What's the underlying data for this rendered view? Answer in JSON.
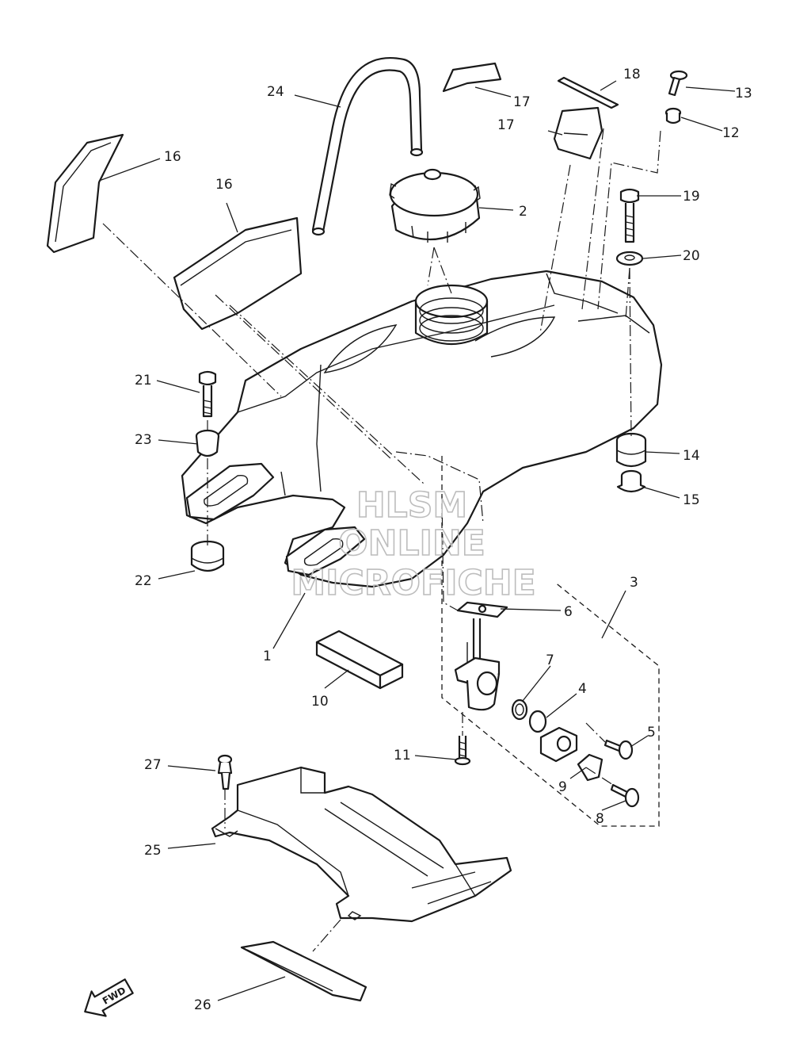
{
  "watermark": {
    "line1": "HLSM",
    "line2": "ONLINE",
    "line3": "MICROFICHE"
  },
  "direction_marker": {
    "label": "FWD",
    "icon": "fwd-arrow-icon"
  },
  "callouts": [
    {
      "id": "c1",
      "label": "1"
    },
    {
      "id": "c2",
      "label": "2"
    },
    {
      "id": "c3",
      "label": "3"
    },
    {
      "id": "c4",
      "label": "4"
    },
    {
      "id": "c5",
      "label": "5"
    },
    {
      "id": "c6",
      "label": "6"
    },
    {
      "id": "c7",
      "label": "7"
    },
    {
      "id": "c8",
      "label": "8"
    },
    {
      "id": "c9",
      "label": "9"
    },
    {
      "id": "c10",
      "label": "10"
    },
    {
      "id": "c11",
      "label": "11"
    },
    {
      "id": "c12",
      "label": "12"
    },
    {
      "id": "c13",
      "label": "13"
    },
    {
      "id": "c14",
      "label": "14"
    },
    {
      "id": "c15",
      "label": "15"
    },
    {
      "id": "c16a",
      "label": "16"
    },
    {
      "id": "c16b",
      "label": "16"
    },
    {
      "id": "c17a",
      "label": "17"
    },
    {
      "id": "c17b",
      "label": "17"
    },
    {
      "id": "c18",
      "label": "18"
    },
    {
      "id": "c19",
      "label": "19"
    },
    {
      "id": "c20",
      "label": "20"
    },
    {
      "id": "c21",
      "label": "21"
    },
    {
      "id": "c22",
      "label": "22"
    },
    {
      "id": "c23",
      "label": "23"
    },
    {
      "id": "c24",
      "label": "24"
    },
    {
      "id": "c25",
      "label": "25"
    },
    {
      "id": "c26",
      "label": "26"
    },
    {
      "id": "c27",
      "label": "27"
    }
  ]
}
